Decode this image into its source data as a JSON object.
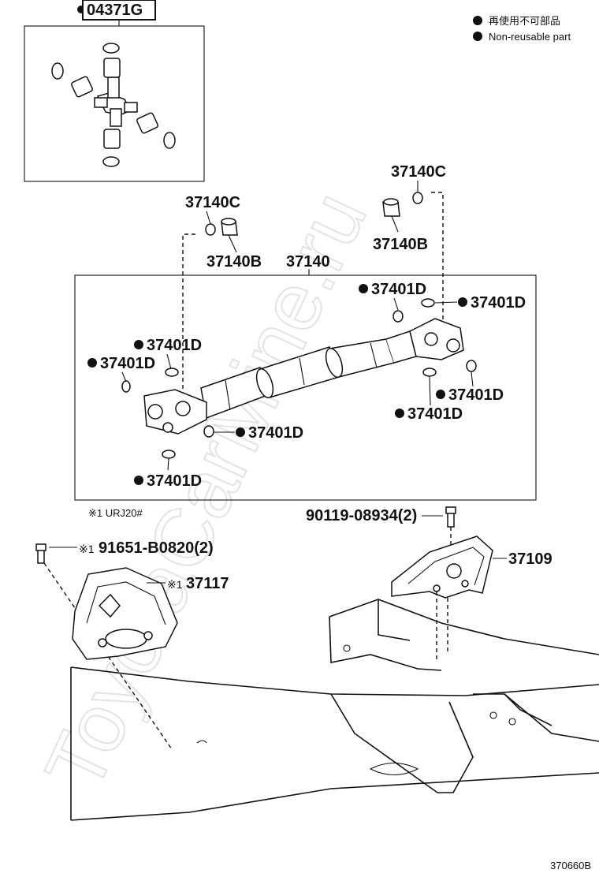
{
  "kit": {
    "code": "04371G",
    "nonreusable": true
  },
  "legend": {
    "items": [
      {
        "marker": "filled-circle-icon",
        "text": "再使用不可部品"
      },
      {
        "marker": "filled-circle-icon",
        "text": "Non-reusable part"
      }
    ]
  },
  "labels": {
    "shaft": "37140",
    "bush_left": "37140B",
    "bush_right": "37140B",
    "clip_left": "37140C",
    "clip_right": "37140C",
    "bolt": "90119-08934(2)",
    "bracket": "37109",
    "note": "※1 URJ20#",
    "bolt_note": "※1",
    "bolt_alt": "91651-B0820(2)",
    "support_note": "※1",
    "support": "37117",
    "snap_ring": "37401D",
    "figure_code": "370660B"
  },
  "watermark": "ToyotaCarMine.ru",
  "colors": {
    "line": "#111111",
    "watermark": "#e3e3e3",
    "background": "#ffffff"
  }
}
